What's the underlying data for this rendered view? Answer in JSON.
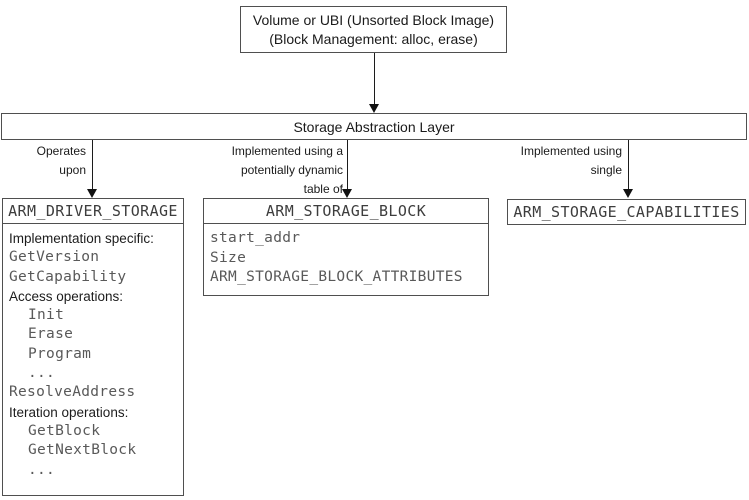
{
  "top_box": {
    "line1": "Volume or UBI (Unsorted Block Image)",
    "line2": "(Block Management: alloc, erase)"
  },
  "abstraction_layer": {
    "title": "Storage Abstraction Layer"
  },
  "edges": [
    {
      "label_lines": [
        "Operates",
        "upon"
      ]
    },
    {
      "label_lines": [
        "Implemented using a",
        "potentially dynamic",
        "table of"
      ]
    },
    {
      "label_lines": [
        "Implemented using",
        "single"
      ]
    }
  ],
  "driver_storage_box": {
    "title": "ARM_DRIVER_STORAGE",
    "lines": [
      {
        "text": "Implementation specific:",
        "style": "label"
      },
      {
        "text": "GetVersion",
        "style": "code"
      },
      {
        "text": "GetCapability",
        "style": "code"
      },
      {
        "text": "Access operations:",
        "style": "label"
      },
      {
        "text": "Init",
        "style": "code-indent"
      },
      {
        "text": "Erase",
        "style": "code-indent"
      },
      {
        "text": "Program",
        "style": "code-indent"
      },
      {
        "text": "...",
        "style": "code-indent"
      },
      {
        "text": "ResolveAddress",
        "style": "code"
      },
      {
        "text": "Iteration operations:",
        "style": "label"
      },
      {
        "text": "GetBlock",
        "style": "code-indent"
      },
      {
        "text": "GetNextBlock",
        "style": "code-indent"
      },
      {
        "text": "...",
        "style": "code-indent"
      }
    ]
  },
  "storage_block_box": {
    "title": "ARM_STORAGE_BLOCK",
    "lines": [
      "start_addr",
      "Size",
      "ARM_STORAGE_BLOCK_ATTRIBUTES"
    ]
  },
  "capabilities_box": {
    "title": "ARM_STORAGE_CAPABILITIES"
  },
  "colors": {
    "border": "#4f4f4f",
    "arrow": "#111111",
    "label_text": "#1a1a1a",
    "code_text": "#595959"
  }
}
